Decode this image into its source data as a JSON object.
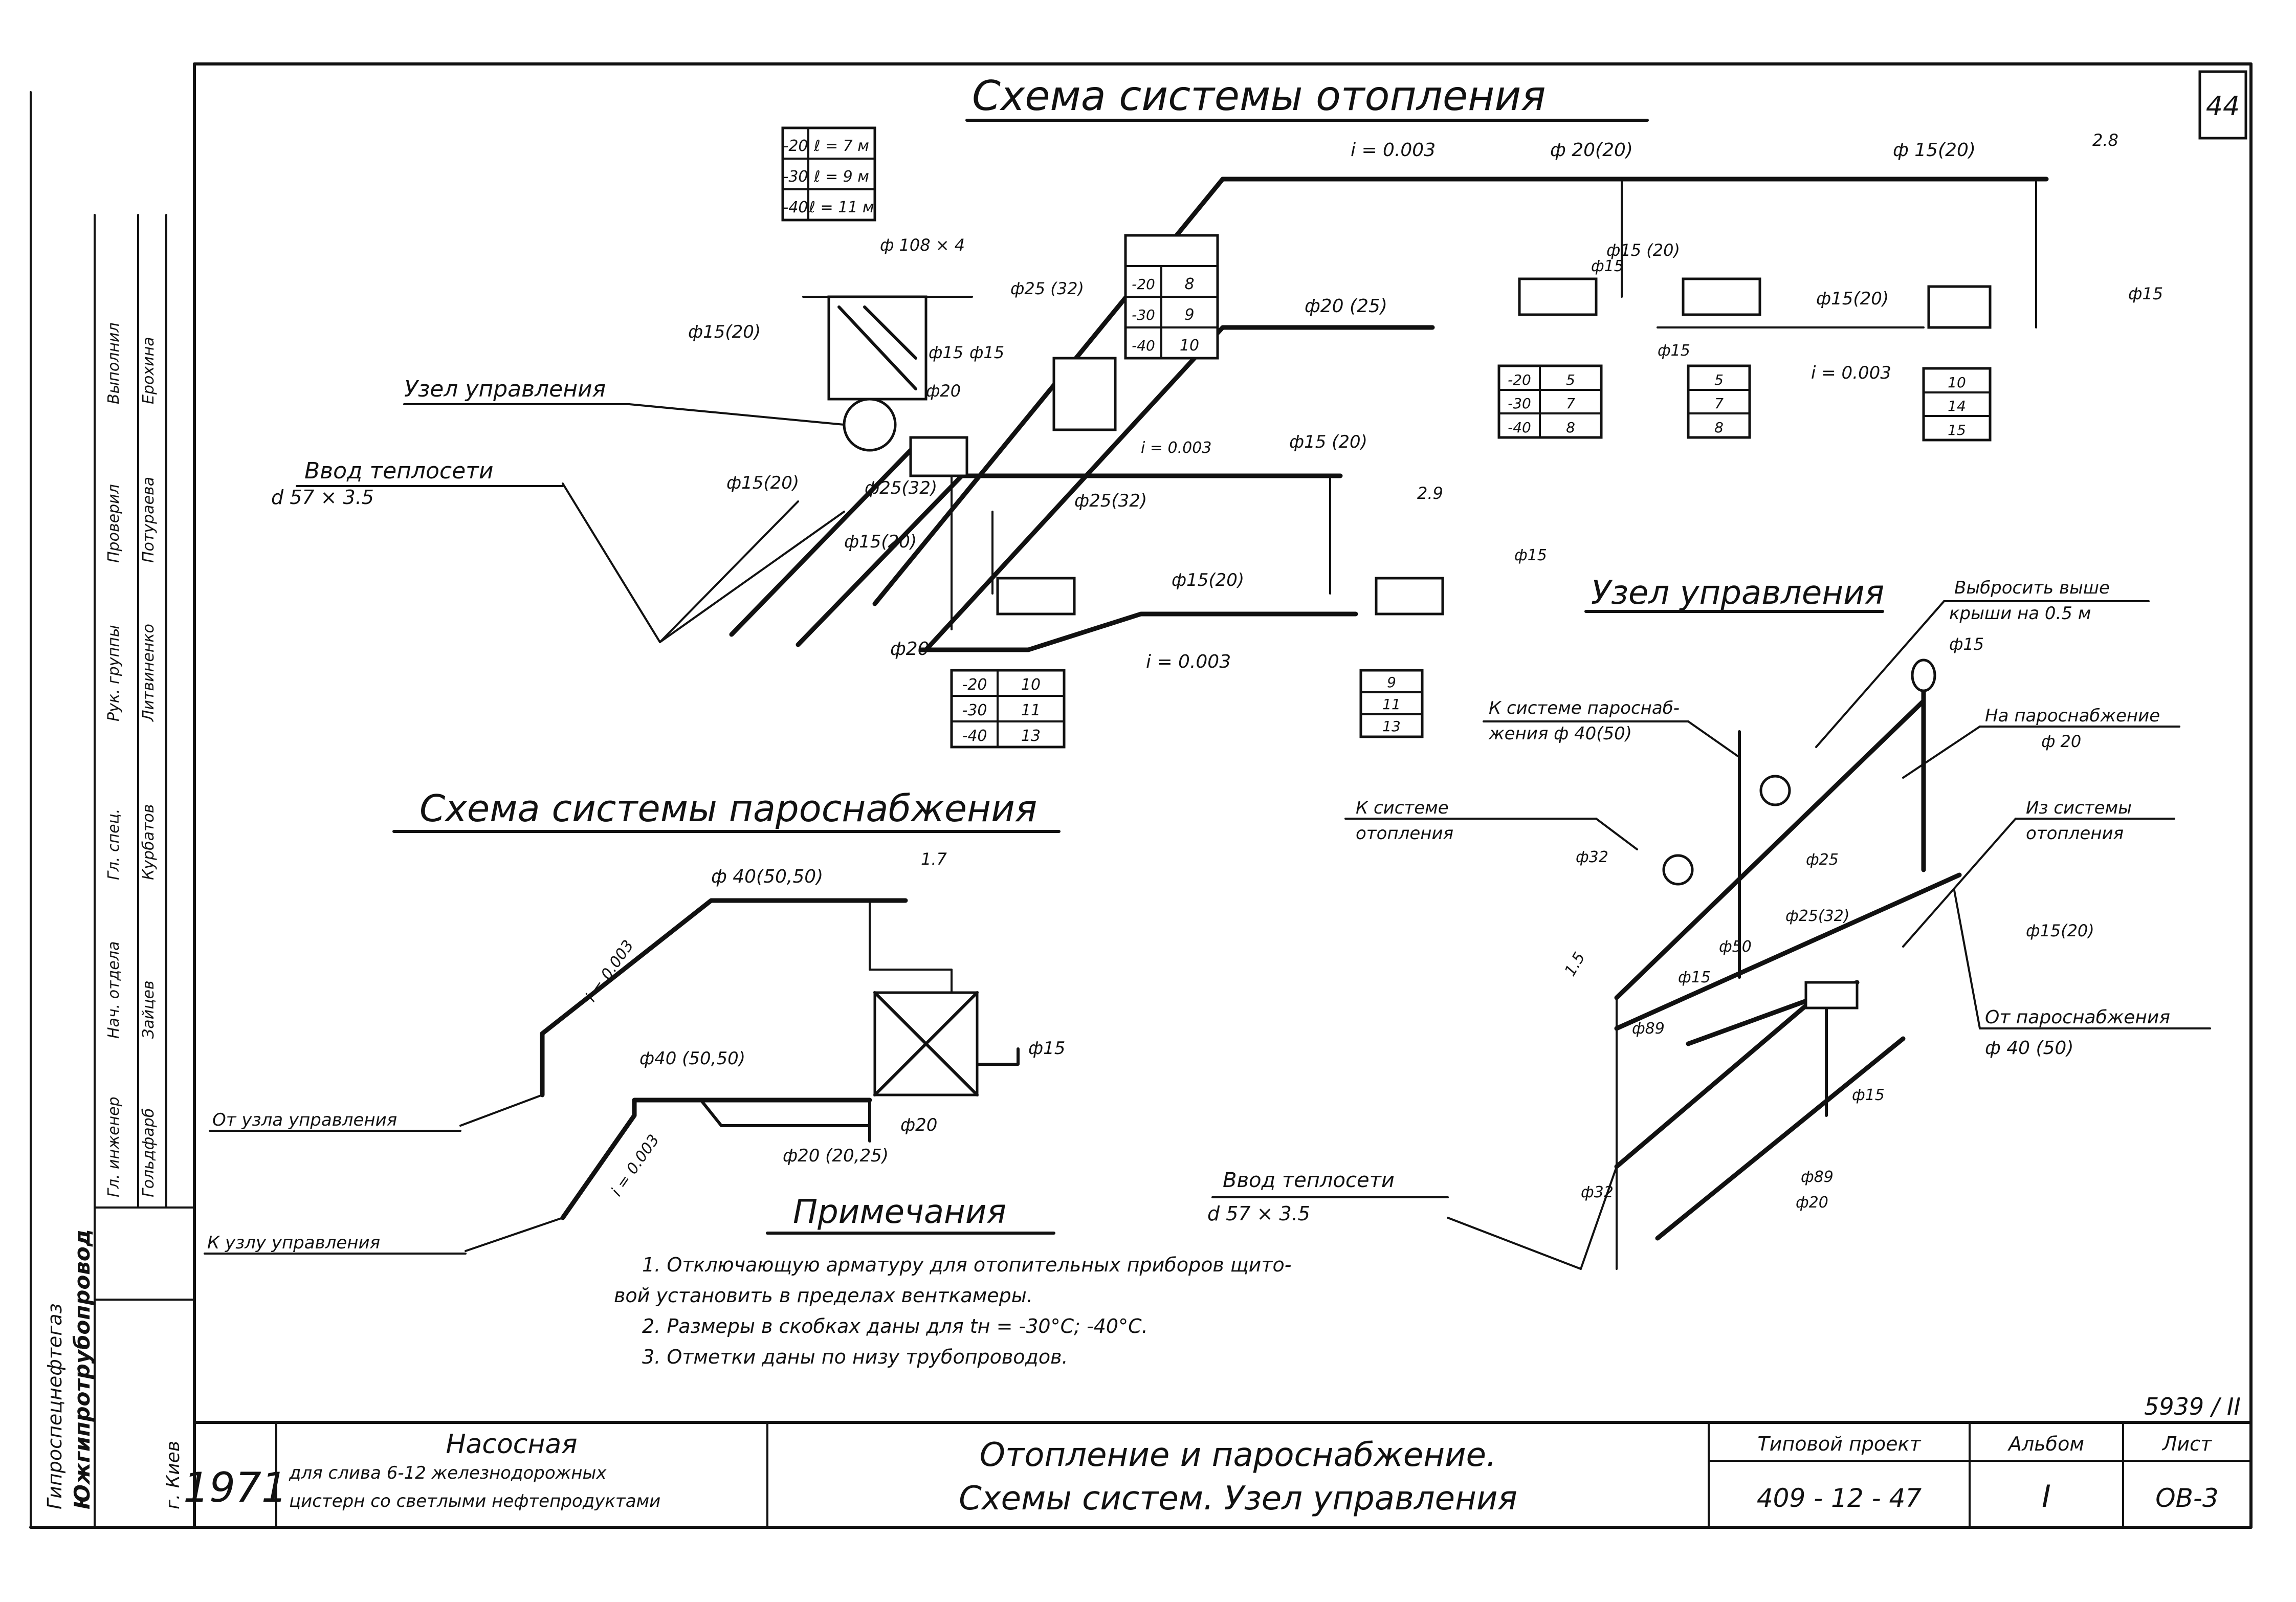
{
  "sheet_number": "44",
  "heating": {
    "title": "Схема системы отопления",
    "slope_top": "i = 0.003",
    "d_top1": "ф 20(20)",
    "d_top2": "ф 15(20)",
    "mark_top": "2.8",
    "d_108": "ф 108 × 4",
    "d_25_32_top": "ф25 (32)",
    "d_15_20_left": "ф15(20)",
    "d_15_a": "ф15",
    "d_15_b": "ф15",
    "d_20_mid": "ф20",
    "d_20_25": "ф20 (25)",
    "d_15_20_r1": "ф15 (20)",
    "d_15_20_r2": "ф15(20)",
    "d_15_small_a": "ф15",
    "d_15_small_b": "ф15",
    "slope_right": "i = 0.003",
    "d_15_far": "ф15",
    "label_unit": "Узел управления",
    "label_inlet": "Ввод теплосети",
    "inlet_d": "d 57 × 3.5",
    "d_15_20_a": "ф15(20)",
    "d_25_32_a": "ф25(32)",
    "d_15_20_b": "ф15(20)",
    "slope_mid": "i = 0.003",
    "d_15_20_c": "ф15 (20)",
    "mark_mid": "2.9",
    "d_25_32_b": "ф25(32)",
    "d_15_20_d": "ф15(20)",
    "d_20_bot": "ф20",
    "slope_bot": "i = 0.003",
    "d_15_bot": "ф15",
    "temp_table": [
      [
        "-20",
        "ℓ = 7 м"
      ],
      [
        "-30",
        "ℓ = 9 м"
      ],
      [
        "-40",
        "ℓ = 11 м"
      ]
    ],
    "sec_table_center": [
      [
        "-20",
        "8"
      ],
      [
        "-30",
        "9"
      ],
      [
        "-40",
        "10"
      ]
    ],
    "sec_table_bl": [
      [
        "-20",
        "10"
      ],
      [
        "-30",
        "11"
      ],
      [
        "-40",
        "13"
      ]
    ],
    "sec_table_bm": [
      "9",
      "11",
      "13"
    ],
    "sec_table_r1": [
      [
        "-20",
        "5"
      ],
      [
        "-30",
        "7"
      ],
      [
        "-40",
        "8"
      ]
    ],
    "sec_table_r2": [
      "5",
      "7",
      "8"
    ],
    "sec_table_r3": [
      "10",
      "14",
      "15"
    ]
  },
  "steam": {
    "title": "Схема системы пароснабжения",
    "d_40_top": "ф 40(50,50)",
    "mark": "1.7",
    "slope_a": "i = 0.003",
    "d_40_mid": "ф40 (50,50)",
    "d_15": "ф15",
    "d_20_right": "ф20",
    "d_20_25": "ф20 (20,25)",
    "slope_b": "i = 0.003",
    "from_unit": "От узла управления",
    "to_unit": "К узлу управления"
  },
  "control_unit": {
    "title": "Узел управления",
    "note_top": "Выбросить выше",
    "note_top2": "крыши на 0.5 м",
    "d_15_top": "ф15",
    "to_steam": "К системе пароснаб-",
    "to_steam2": "жения ф 40(50)",
    "to_heating": "К системе",
    "to_heating2": "отопления",
    "from_steam_sys": "На пароснабжение",
    "from_steam_sys2": "ф 20",
    "from_heating": "Из системы",
    "from_heating2": "отопления",
    "d_25": "ф25",
    "d_32": "ф32",
    "d_15_20": "ф15(20)",
    "d_25_32": "ф25(32)",
    "d_15_mid": "ф15",
    "d_50": "ф50",
    "d_89": "ф89",
    "mark_15": "1.5",
    "from_steam": "От пароснабжения",
    "from_steam_d": "ф 40 (50)",
    "d_32_bot": "ф32",
    "d_89_bot": "ф89",
    "d_20_bot": "ф20",
    "d_15_bot": "ф15",
    "inlet": "Ввод теплосети",
    "inlet_d": "d 57 × 3.5"
  },
  "notes": {
    "title": "Примечания",
    "n1a": "1. Отключающую арматуру для отопительных приборов щито-",
    "n1b": "вой установить в пределах венткамеры.",
    "n2": "2. Размеры в скобках даны для tн = -30°С; -40°С.",
    "n3": "3. Отметки даны по низу трубопроводов."
  },
  "stamp": {
    "inventory": "5939 / II",
    "year": "1971",
    "building": "Насосная",
    "purpose1": "для слива 6-12 железнодорожных",
    "purpose2": "цистерн со светлыми нефтепродуктами",
    "drawing1": "Отопление и пароснабжение.",
    "drawing2": "Схемы систем. Узел управления",
    "project_label": "Типовой проект",
    "project": "409 - 12 - 47",
    "album_label": "Альбом",
    "album": "I",
    "sheet_label": "Лист",
    "sheet": "ОВ-3",
    "org1": "Гипроспецнефтегаз",
    "org2": "Южгипротрубопровод",
    "city": "г. Киев",
    "roles": [
      "Гл. инженер",
      "Нач. отдела",
      "Гл. спец.",
      "Рук. группы",
      "Проверил",
      "Выполнил"
    ],
    "names": [
      "Гольдфарб",
      "Зайцев",
      "Курбатов",
      "Литвиненко",
      "Потураева",
      "Ерохина"
    ]
  }
}
